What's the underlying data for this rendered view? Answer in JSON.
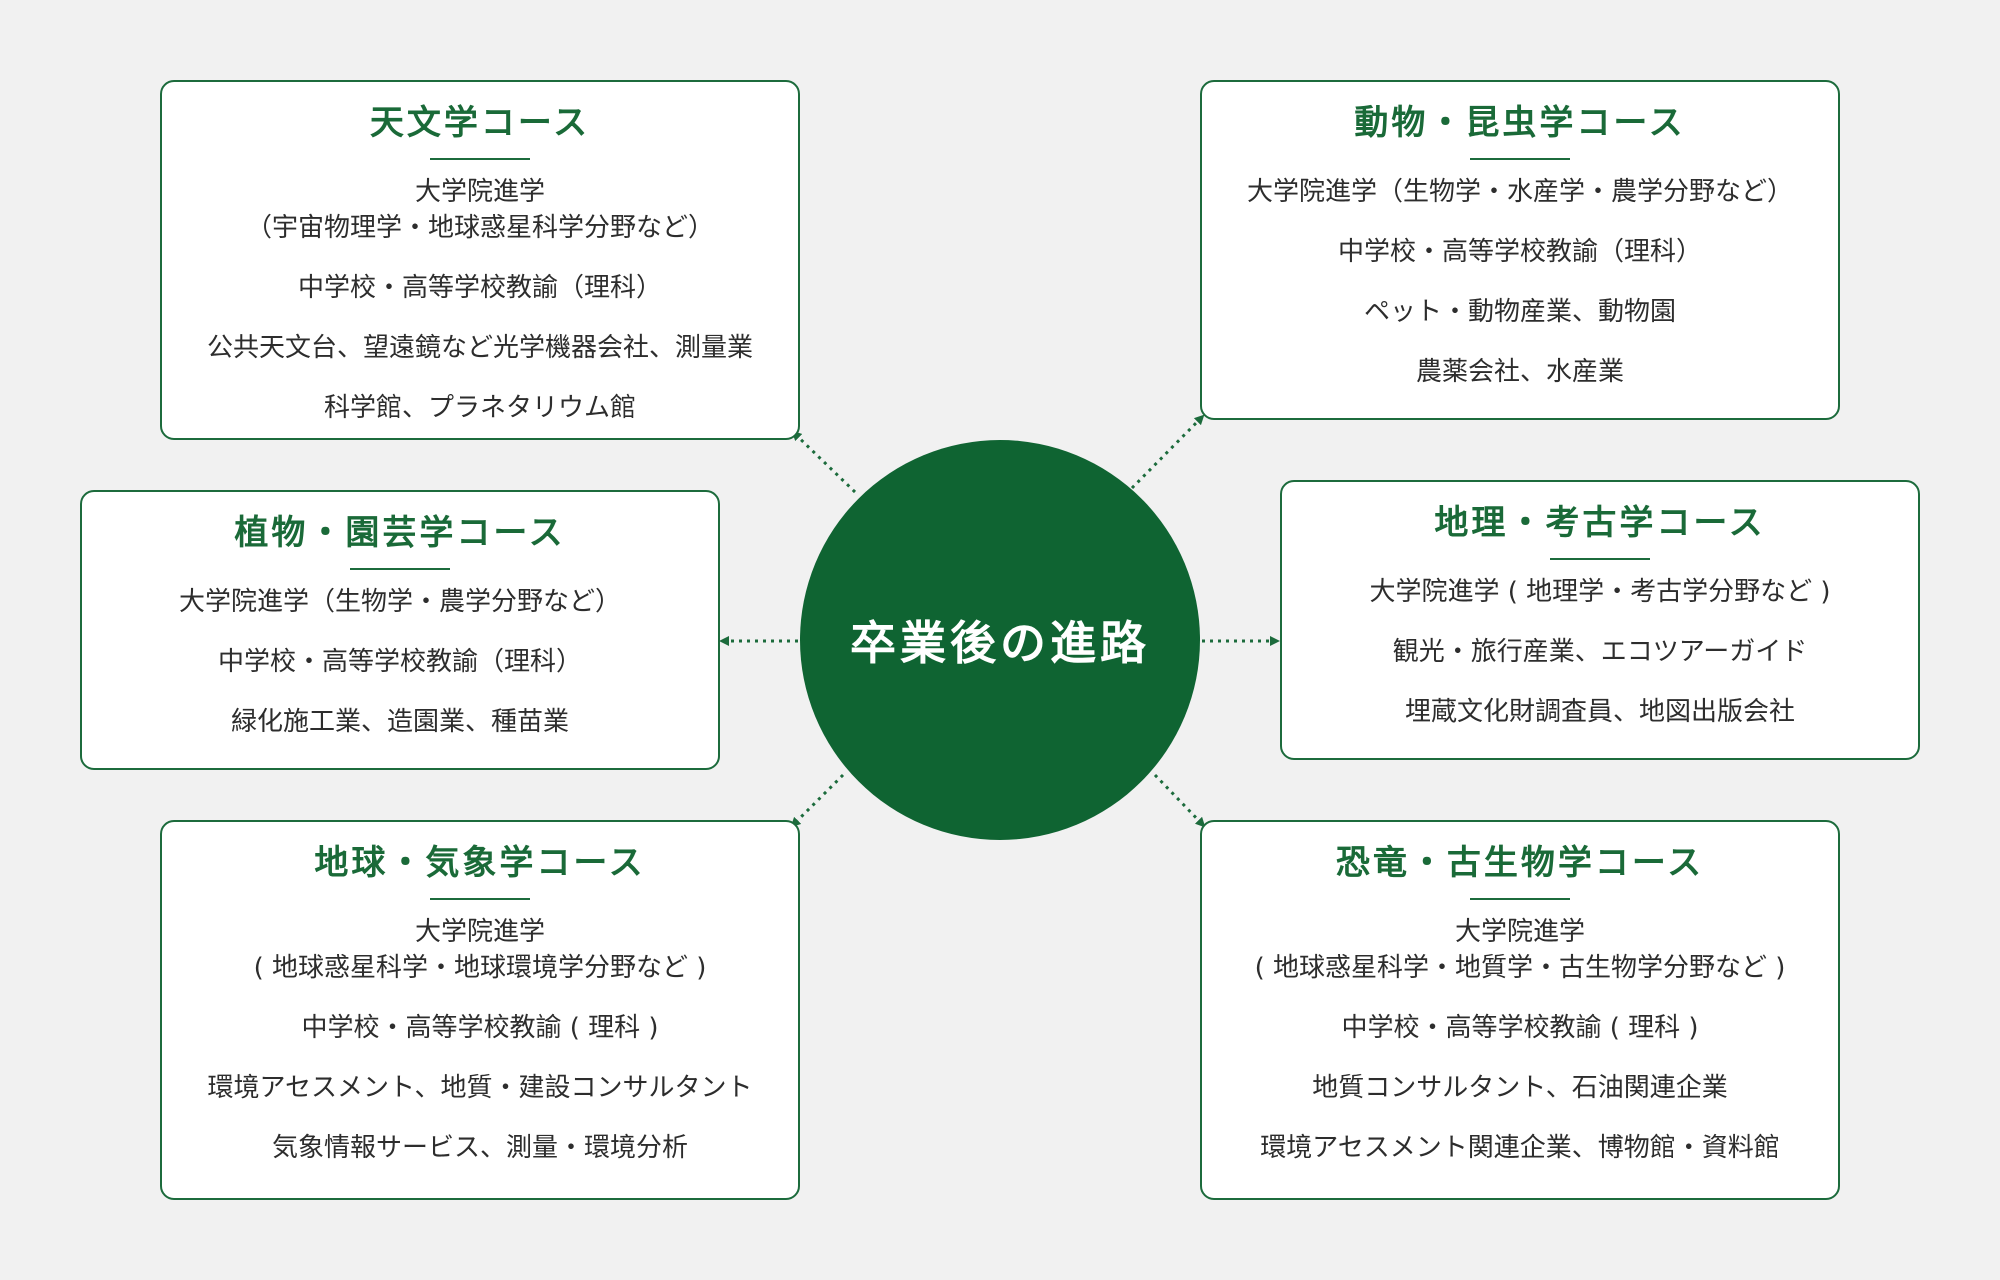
{
  "center": {
    "label": "卒業後の進路"
  },
  "colors": {
    "accent": "#0f6432",
    "title": "#1a6a38",
    "border": "#1c6b3c",
    "background": "#f1f1f1"
  },
  "courses": [
    {
      "title": "天文学コース",
      "items": [
        [
          "大学院進学",
          "（宇宙物理学・地球惑星科学分野など）"
        ],
        [
          "中学校・高等学校教諭（理科）"
        ],
        [
          "公共天文台、望遠鏡など光学機器会社、測量業"
        ],
        [
          "科学館、プラネタリウム館"
        ]
      ]
    },
    {
      "title": "動物・昆虫学コース",
      "items": [
        [
          "大学院進学（生物学・水産学・農学分野など）"
        ],
        [
          "中学校・高等学校教諭（理科）"
        ],
        [
          "ペット・動物産業、動物園"
        ],
        [
          "農薬会社、水産業"
        ]
      ]
    },
    {
      "title": "植物・園芸学コース",
      "items": [
        [
          "大学院進学（生物学・農学分野など）"
        ],
        [
          "中学校・高等学校教諭（理科）"
        ],
        [
          "緑化施工業、造園業、種苗業"
        ]
      ]
    },
    {
      "title": "地理・考古学コース",
      "items": [
        [
          "大学院進学 ( 地理学・考古学分野など )"
        ],
        [
          "観光・旅行産業、エコツアーガイド"
        ],
        [
          "埋蔵文化財調査員、地図出版会社"
        ]
      ]
    },
    {
      "title": "地球・気象学コース",
      "items": [
        [
          "大学院進学",
          "( 地球惑星科学・地球環境学分野など )"
        ],
        [
          "中学校・高等学校教諭 ( 理科 )"
        ],
        [
          "環境アセスメント、地質・建設コンサルタント"
        ],
        [
          "気象情報サービス、測量・環境分析"
        ]
      ]
    },
    {
      "title": "恐竜・古生物学コース",
      "items": [
        [
          "大学院進学",
          "( 地球惑星科学・地質学・古生物学分野など )"
        ],
        [
          "中学校・高等学校教諭 ( 理科 )"
        ],
        [
          "地質コンサルタント、石油関連企業"
        ],
        [
          "環境アセスメント関連企業、博物館・資料館"
        ]
      ]
    }
  ]
}
